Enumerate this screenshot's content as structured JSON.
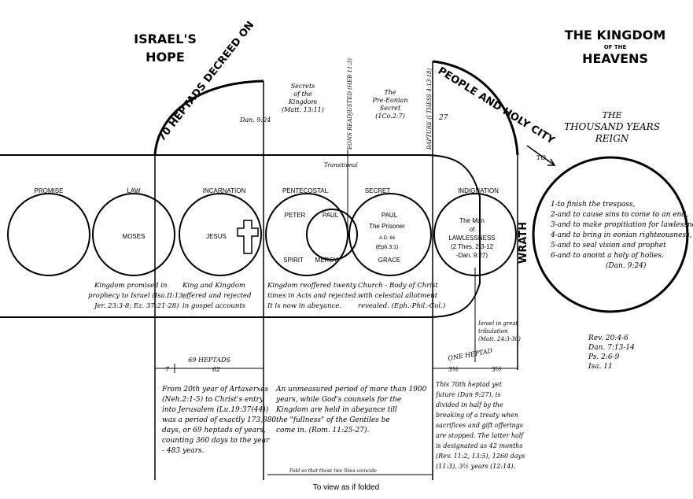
{
  "headings": {
    "israel_line1": "ISRAEL'S",
    "israel_line2": "HOPE",
    "kingdom_line1": "THE KINGDOM",
    "kingdom_line2": "OF THE",
    "kingdom_line3": "HEAVENS",
    "seventy_heptads": "70 HEPTADS DECREED ON",
    "people_holy_city": "PEOPLE AND HOLY CITY",
    "thousand_line1": "THE",
    "thousand_line2": "THOUSAND YEARS",
    "thousand_line3": "REIGN"
  },
  "top_notes": {
    "dan": "Dan. 9:24",
    "secrets_kingdom": [
      "Secrets",
      "of the",
      "Kingdom",
      "(Matt. 13:11)"
    ],
    "pre_eonian": [
      "The",
      "Pre-Eonian",
      "Secret",
      "(1Co.2:7)"
    ],
    "eons_readjusted": "EONS READJUSTED (HEB 11:3)",
    "rapture": "RAPTURE (I THESS 4:13-18)",
    "dash27": "27",
    "to": "TO",
    "transitional": "Transitional"
  },
  "circles": {
    "promise": "PROMISE",
    "law": "LAW",
    "moses": "MOSES",
    "incarnation": "INCARNATION",
    "jesus": "JESUS",
    "pentecostal": "PENTECOSTAL",
    "secret": "SECRET",
    "peter": "PETER",
    "paul_left": "PAUL",
    "spirit": "SPIRIT",
    "mercy": "MERCY",
    "paul_secret": "PAUL",
    "prisoner": "The Prisoner",
    "ad": "A.D. 64",
    "eph": "(Eph.3:1)",
    "grace": "GRACE",
    "indignation": "INDIGNATION",
    "man_lines": [
      "The Man",
      "of",
      "LAWLESSNESS",
      "(2 Thes. 2:3-12",
      "-Dan. 9:27)"
    ],
    "wrath": "WRATH"
  },
  "reign_list": [
    "1-to finish the trespass,",
    "2-and to cause sins to come to an end,",
    "3-and to make propitiation for lawlessness,",
    "4-and to bring in eonian righteousness,",
    "5-and to seal vision and prophet",
    "6-and to anoint a holy of holies.",
    "(Dan. 9:24)"
  ],
  "band_notes": {
    "kingdom_promised": [
      "Kingdom promised in",
      "prophecy to Israel (Isa.II:13;",
      "Jer. 23:3-8; Ez. 37:21-28)"
    ],
    "king_offered": [
      "King and Kingdom",
      "offered and rejected",
      "in gospel accounts"
    ],
    "reoffered": [
      "Kingdom reoffered twenty",
      "times in Acts and rejected.",
      "It is now in abeyance."
    ],
    "church": [
      "Church - Body of Christ",
      "with celestial allotment",
      "revealed. (Eph.-Phil.-Col.)"
    ],
    "tribulation": [
      "Israel in great",
      "tribulation",
      "(Matt. 24:3-30)"
    ]
  },
  "heptads": {
    "sixty_nine": "69 HEPTADS",
    "seven": "7",
    "sixty_two": "62",
    "one_heptad": "ONE HEPTAD",
    "half_a": "3½",
    "half_b": "3½"
  },
  "refs": [
    "Rev. 20:4-6",
    "Dan. 7:13-14",
    "Ps. 2:6-9",
    "Isa. 11"
  ],
  "bottom_notes": {
    "artaxerxes": [
      "From 20th year of Artaxerxes",
      "(Neh.2:1-5) to Christ's entry",
      "into Jerusalem (Lu.19:37(44))",
      "was a period of exactly 173,880",
      "days, or 69 heptads of years,",
      "counting 360 days to the year",
      "- 483 years."
    ],
    "unmeasured": [
      "An unmeasured period of more than 1900",
      "years, while God's counsels for the",
      "Kingdom are held in abeyance till",
      "the \"fullness\" of the Gentiles be",
      "come in. (Rom. 11:25-27)."
    ],
    "seventieth": [
      "This 70th heptad yet",
      "future (Dan 9:27), is",
      "divided in half by the",
      "breaking of a treaty when",
      "sacrifices and gift offerings",
      "are stopped. The latter half",
      "is designated as 42 months",
      "(Rev. 11:2, 13:5), 1260 days",
      "(11:3), 3½ years (12:14)."
    ],
    "fold": "Fold so that these two lines coincide",
    "view": "To view as if folded"
  }
}
